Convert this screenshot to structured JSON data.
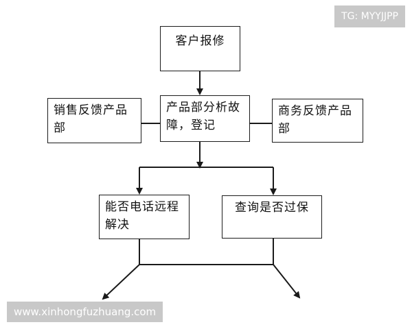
{
  "nodes": {
    "customer_repair": "客户报修",
    "sales_feedback": "销售反馈产品部",
    "product_analysis": "产品部分析故障，登记",
    "business_feedback": "商务反馈产品部",
    "phone_remote": "能否电话远程解决",
    "warranty_check": "查询是否过保"
  },
  "overlays": {
    "top_right": "TG: MYYJJPP",
    "bottom_left": "www.xinhongfuzhuang.com"
  },
  "colors": {
    "line": "#1a1a1a",
    "badge_bg": "#c8c8c8",
    "badge_text": "#ffffff"
  }
}
